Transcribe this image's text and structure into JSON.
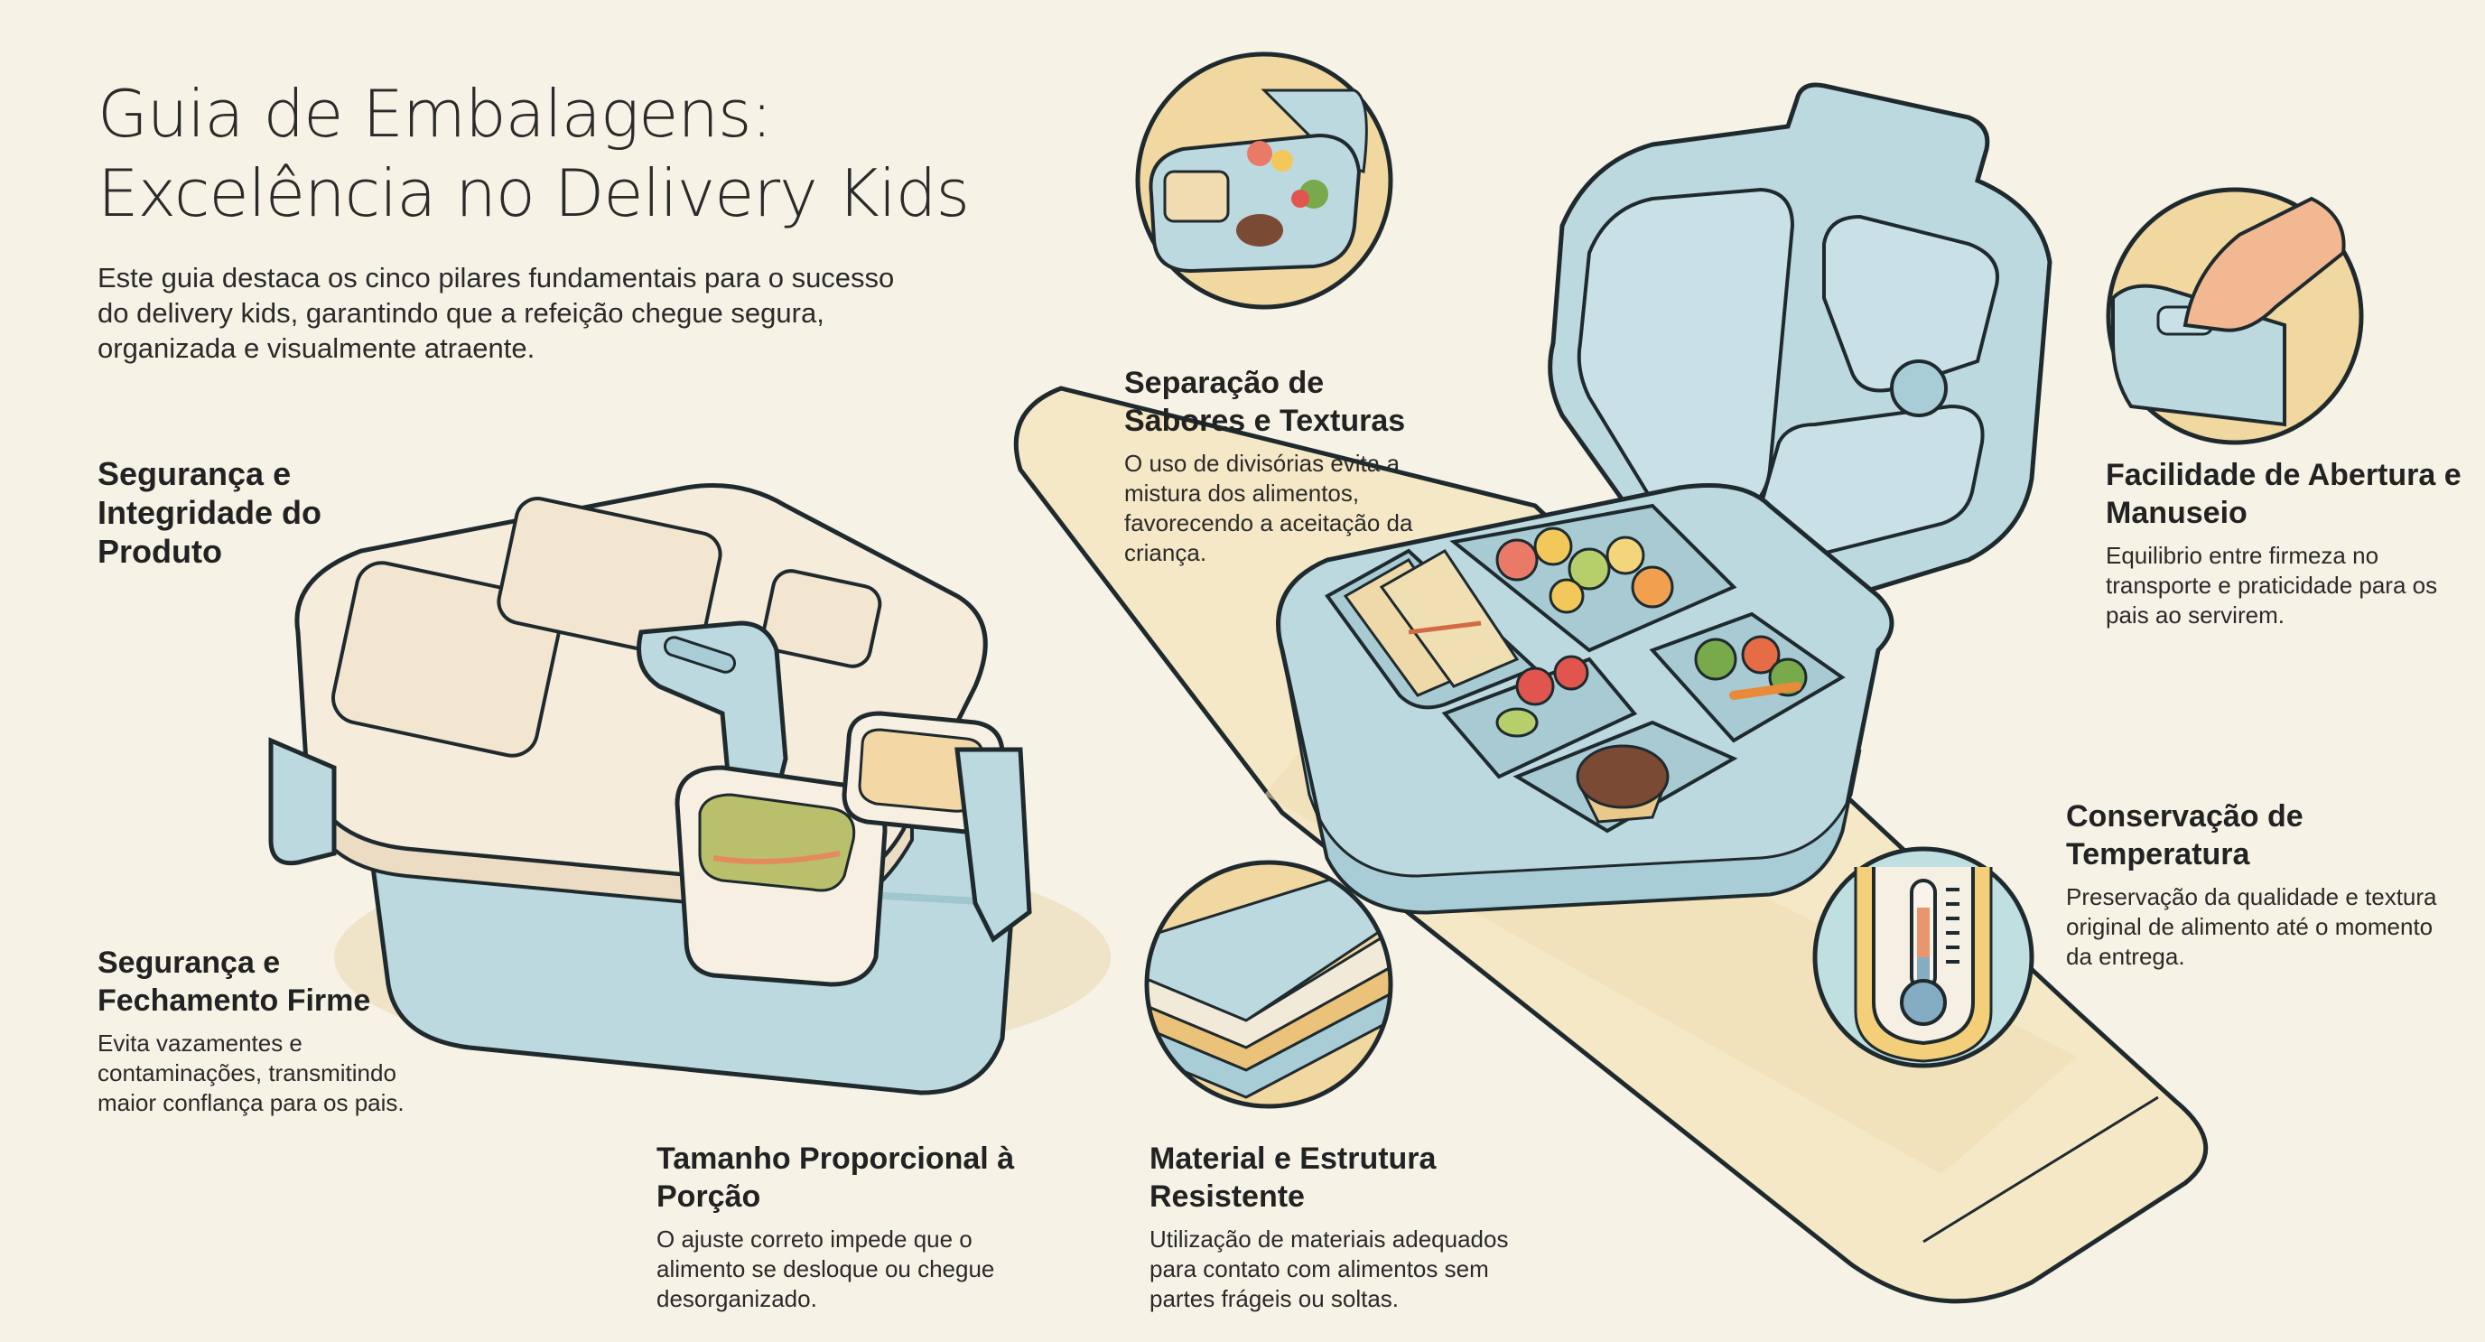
{
  "header": {
    "title_line1": "Guia de Embalagens:",
    "title_line2": "Excelência no Delivery Kids",
    "intro": "Este guia destaca os cinco pilares fundamentais para o sucesso do delivery kids, garantindo que a refeição chegue segura, organizada e visualmente atraente."
  },
  "sections": [
    {
      "id": "integridade",
      "title": "Segurança e Integridade do Produto",
      "description": ""
    },
    {
      "id": "fechamento",
      "title": "Segurança e Fechamento Firme",
      "description": "Evita vazamentes e contaminações, transmitindo maior conflança para os pais."
    },
    {
      "id": "tamanho",
      "title": "Tamanho Proporcional à Porção",
      "description": "O ajuste correto impede que o alimento se desloque ou chegue desorganizado."
    },
    {
      "id": "separacao",
      "title": "Separação de Sabores e Texturas",
      "description": "O uso de divisórias evita a mistura dos alimentos, favorecendo a aceitação da criança."
    },
    {
      "id": "material",
      "title": "Material e Estrutura Resistente",
      "description": "Utilização de materiais adequados para contato com alimentos sem partes frágeis ou soltas."
    },
    {
      "id": "abertura",
      "title": "Facilidade de Abertura e Manuseio",
      "description": "Equilibrio entre firmeza no transporte e praticidade para os pais ao servirem."
    },
    {
      "id": "temperatura",
      "title": "Conservação de Temperatura",
      "description": "Preservação da qualidade e textura original de alimento até o momento da entrega."
    }
  ],
  "illustrations": {
    "left_container": "locking-lid-container-icon",
    "center_container": "open-bento-lunchbox-icon",
    "circle_top": "compartment-box-icon",
    "circle_hand": "hand-opening-lid-icon",
    "circle_layers": "material-layers-icon",
    "circle_thermo": "thermometer-icon"
  },
  "colors": {
    "background": "#f6f2e6",
    "band": "#f5e8c6",
    "container_blue": "#bcd9df",
    "container_blue_dark": "#8fbac4",
    "lid_cream": "#f5ecdc",
    "circle_yellow": "#f1d7a0",
    "outline": "#1f2a2e"
  }
}
